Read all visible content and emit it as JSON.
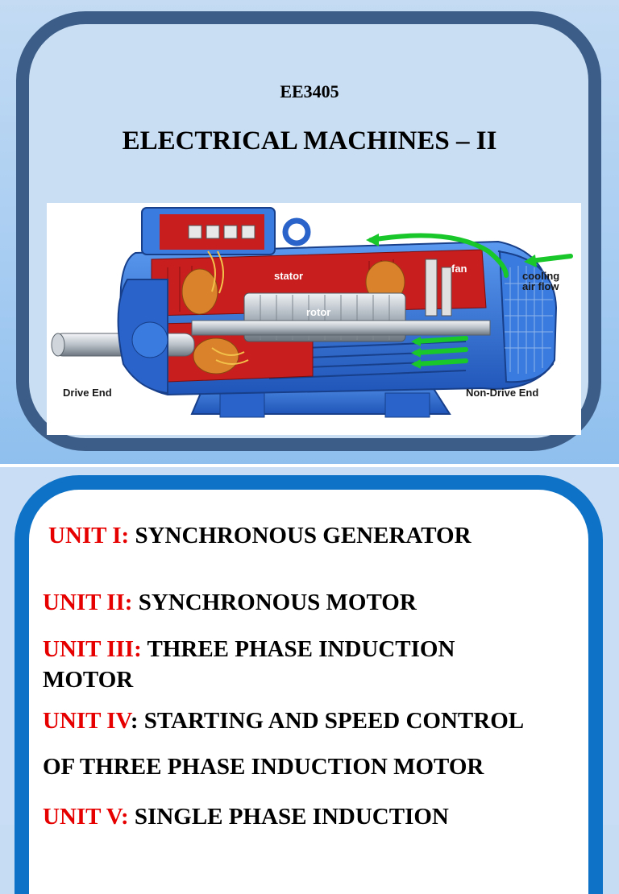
{
  "course": {
    "code": "EE3405",
    "title": "ELECTRICAL MACHINES – II"
  },
  "illustration": {
    "labels": {
      "stator": "stator",
      "rotor": "rotor",
      "fan": "fan",
      "cooling_air_flow_line1": "cooling",
      "cooling_air_flow_line2": "air flow",
      "drive_end": "Drive End",
      "non_drive_end": "Non-Drive End"
    },
    "colors": {
      "motor_blue": "#2f6fd6",
      "winding_red": "#c81e1e",
      "copper": "#d9822b",
      "airflow_green": "#19c72b"
    }
  },
  "units": [
    {
      "label": "UNIT I:",
      "title": "SYNCHRONOUS GENERATOR"
    },
    {
      "label": "UNIT II:",
      "title": "SYNCHRONOUS MOTOR"
    },
    {
      "label": "UNIT III:",
      "title_line1": "THREE PHASE INDUCTION",
      "title_line2": "MOTOR"
    },
    {
      "label": "UNIT IV",
      "title_line1": ": STARTING AND SPEED CONTROL",
      "title_line2": "OF THREE PHASE INDUCTION MOTOR"
    },
    {
      "label": "UNIT V:",
      "title_line1": "SINGLE PHASE INDUCTION"
    }
  ],
  "theme": {
    "frame1_border": "#3c5d87",
    "frame2_border": "#0e73c6",
    "unit_label_color": "#e60000"
  }
}
